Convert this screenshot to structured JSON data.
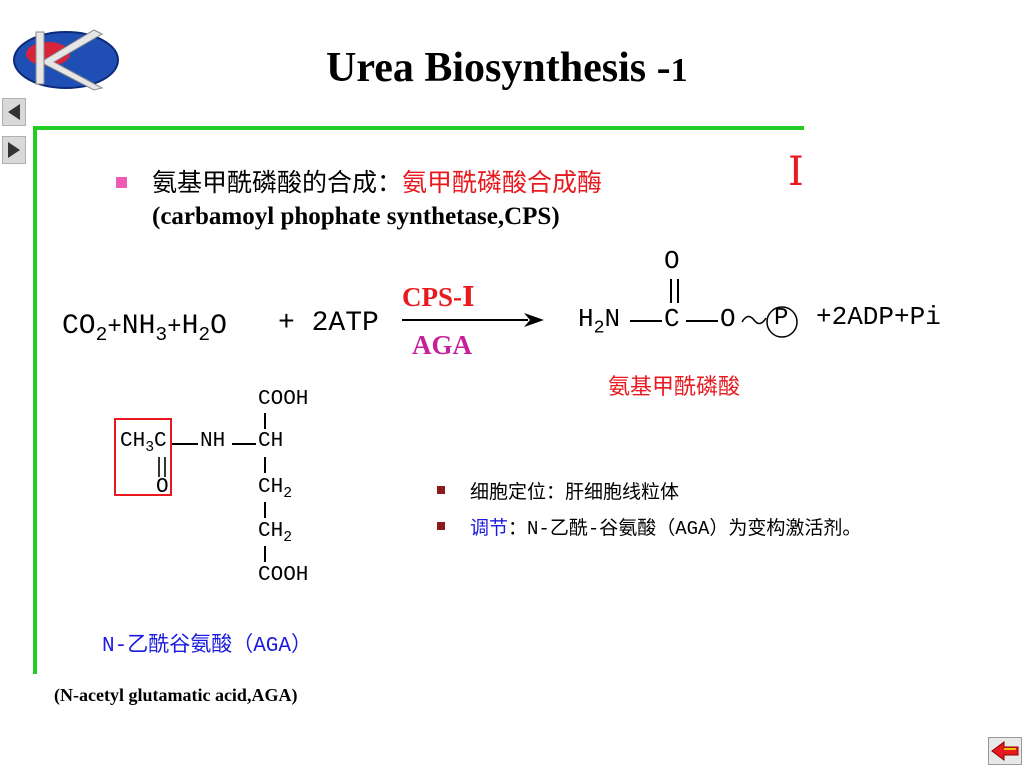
{
  "title": {
    "main": "Urea Biosynthesis -",
    "num": "1"
  },
  "colors": {
    "accent_green": "#22cc22",
    "red": "#e8191f",
    "magenta": "#c4219a",
    "blue": "#1a1ae0",
    "bullet_pink": "#f05ab4"
  },
  "nav": {
    "prev_icon": "triangle-left-icon",
    "next_icon": "triangle-right-icon",
    "back_icon": "return-arrow-icon"
  },
  "bullet1": {
    "text_black": "氨基甲酰磷酸的合成：",
    "text_red": "氨甲酰磷酸合成酶",
    "roman": "Ⅰ",
    "english": "(carbamoyl phophate synthetase,CPS)"
  },
  "reaction": {
    "co": "CO",
    "co_sub": "2",
    "plus1": "+",
    "nh": "NH",
    "nh_sub": "3",
    "plus2": "+",
    "h": "H",
    "h_sub": "2",
    "o": "O",
    "plus_atp": "+ 2ATP",
    "enzyme_top": "CPS-Ⅰ",
    "enzyme_bottom": "AGA",
    "product_h": "H",
    "product_sub": "2",
    "product_n": "N",
    "product_c": "C",
    "product_o": "O",
    "product_o_top": "O",
    "product_p": "P",
    "product_rest": "+2ADP+Pi",
    "product_name": "氨基甲酰磷酸"
  },
  "aga": {
    "cooh_top": "COOH",
    "ch": "CH",
    "ch3": "CH",
    "ch3_sub": "3",
    "c": "C",
    "nh": "NH",
    "o": "O",
    "ch2a": "CH",
    "ch2a_sub": "2",
    "ch2b": "CH",
    "ch2b_sub": "2",
    "cooh_bottom": "COOH",
    "name_cn": "N-乙酰谷氨酸（AGA）",
    "name_en": "(N-acetyl glutamatic acid,AGA)"
  },
  "notes": {
    "item1": "细胞定位：肝细胞线粒体",
    "item2_blue": "调节",
    "item2_rest": "：N-乙酰-谷氨酸（AGA）为变构激活剂。"
  }
}
